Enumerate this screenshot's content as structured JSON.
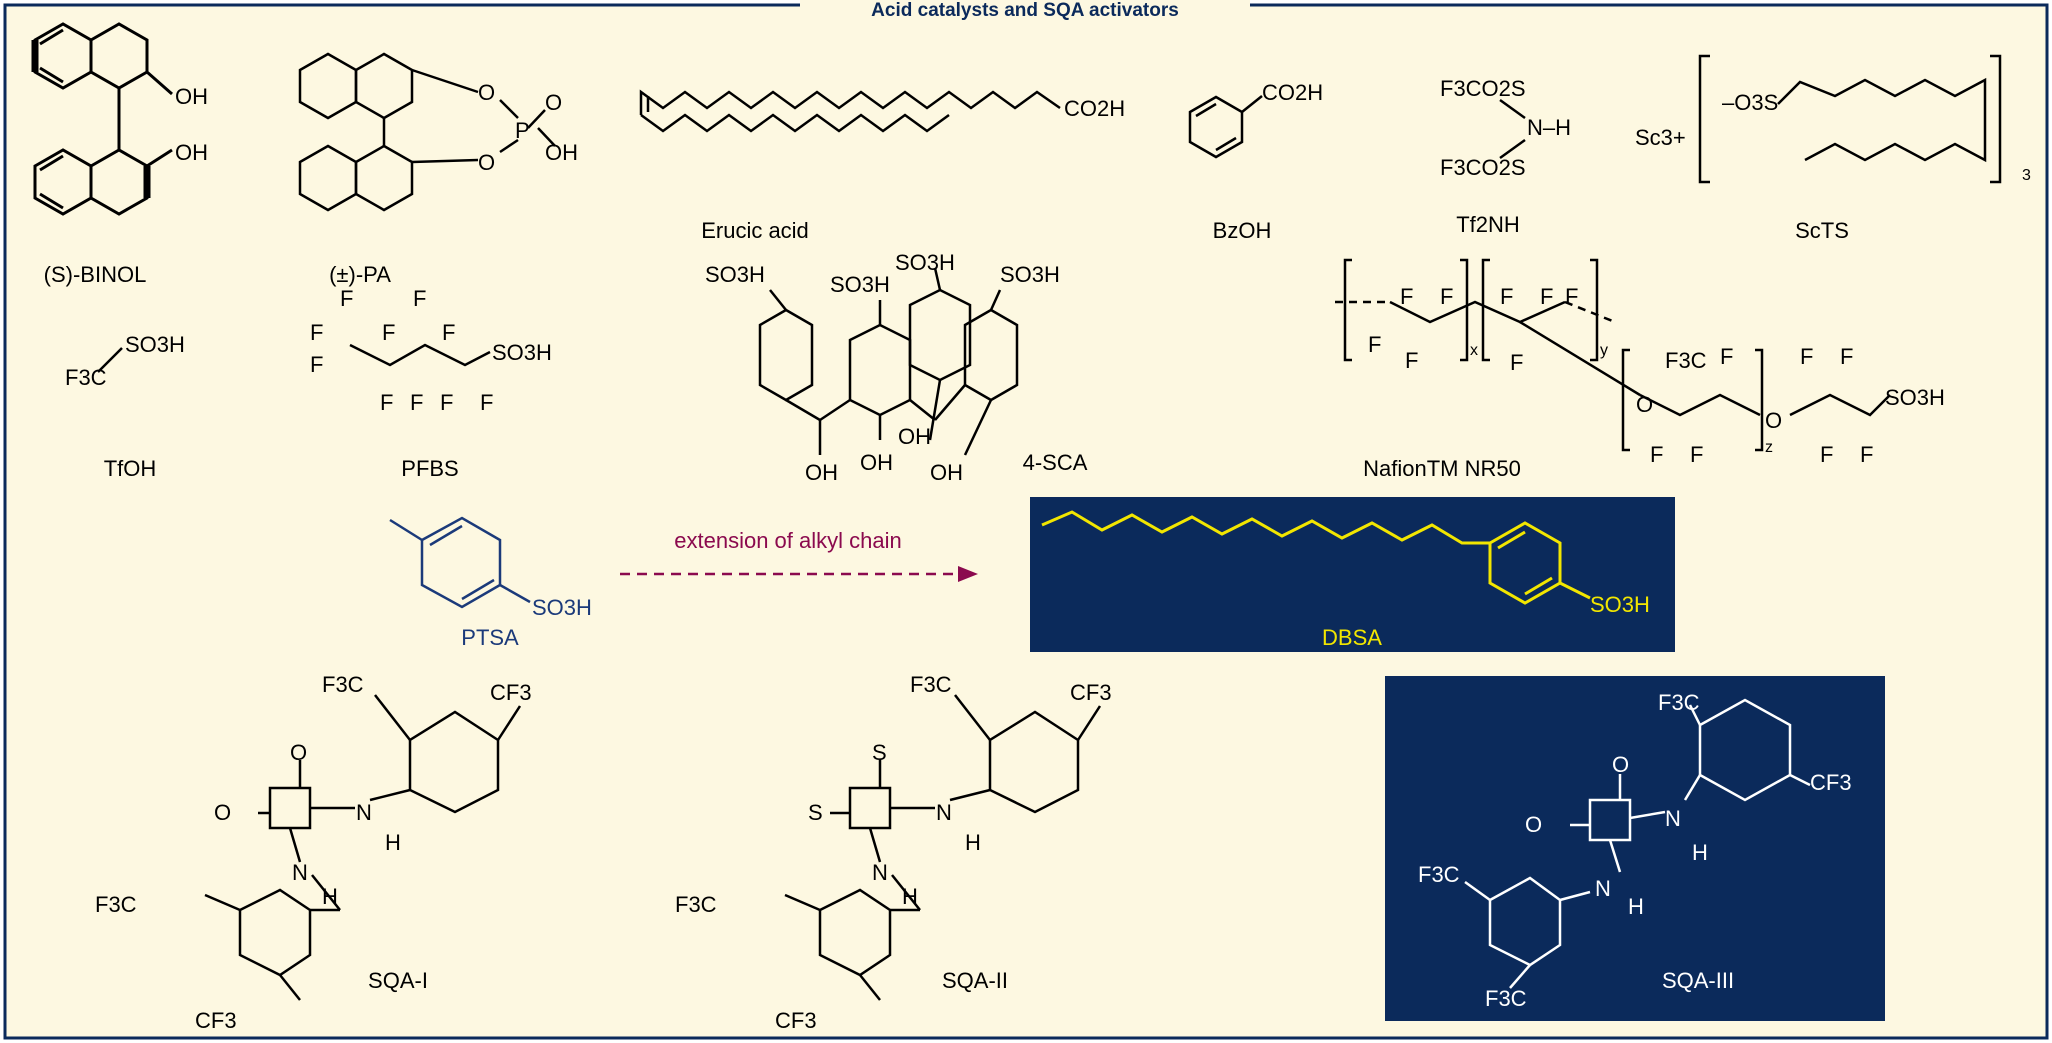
{
  "title": "Acid catalysts and SQA activators",
  "colors": {
    "background": "#FDF8E1",
    "frame": "#0B2A5B",
    "panel": "#0B2A5B",
    "highlight": "#F2E600",
    "arrow": "#8B0A4E",
    "ptsa": "#1B3A7A"
  },
  "compounds": {
    "binol": {
      "label": "(S)-BINOL",
      "oh1": "OH",
      "oh2": "OH"
    },
    "pa": {
      "label": "(±)-PA",
      "o1": "O",
      "o2": "O",
      "p": "P",
      "o3": "O",
      "oh": "OH"
    },
    "erucic": {
      "label": "Erucic acid",
      "cooh": "CO2H"
    },
    "bzoh": {
      "label": "BzOH",
      "cooh": "CO2H"
    },
    "tf2nh": {
      "label": "Tf2NH",
      "g1": "F3CO2S",
      "nh": "N–H",
      "g2": "F3CO2S"
    },
    "scts": {
      "label": "ScTS",
      "sc": "Sc3+",
      "so3": "–O3S",
      "n": "3"
    },
    "tfoh": {
      "label": "TfOH",
      "so3h": "SO3H",
      "cf3": "F3C"
    },
    "pfbs": {
      "label": "PFBS",
      "so3h": "SO3H",
      "f": "F"
    },
    "sca": {
      "label": "4-SCA",
      "so3h": "SO3H",
      "oh": "OH"
    },
    "nafion": {
      "label": "NafionTM NR50",
      "f": "F",
      "so3h": "SO3H",
      "o": "O",
      "cf3": "F3C",
      "x": "x",
      "y": "y",
      "z": "z"
    },
    "ptsa": {
      "label": "PTSA",
      "so3h": "SO3H"
    },
    "arrow_label": "extension of alkyl chain",
    "dbsa": {
      "label": "DBSA",
      "so3h": "SO3H"
    },
    "sqa1": {
      "label": "SQA-I",
      "o": "O",
      "n": "N",
      "h": "H",
      "cf3": "CF3",
      "f3c": "F3C"
    },
    "sqa2": {
      "label": "SQA-II",
      "s": "S",
      "n": "N",
      "h": "H",
      "cf3": "CF3",
      "f3c": "F3C"
    },
    "sqa3": {
      "label": "SQA-III",
      "o": "O",
      "n": "N",
      "h": "H",
      "cf3": "CF3",
      "f3c": "F3C"
    }
  }
}
